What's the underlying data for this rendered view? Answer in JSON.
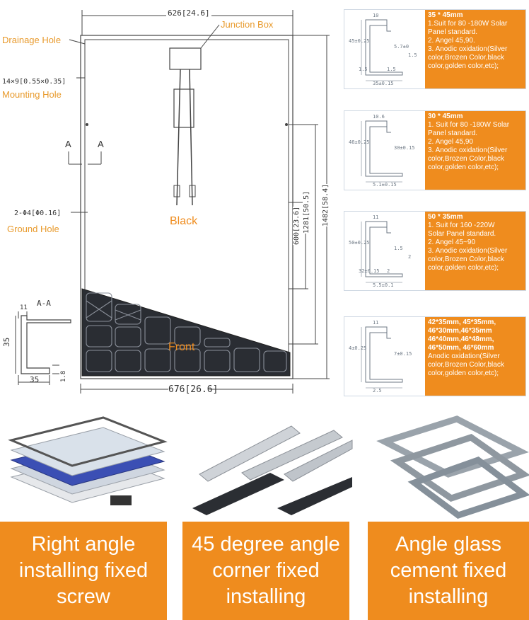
{
  "drawing": {
    "top_dim": "626[24.6]",
    "bottom_dim": "676[26.6]",
    "drainage_hole": "Drainage Hole",
    "junction_box": "Junction Box",
    "mount_spec": "14×9[0.55×0.35]",
    "mounting_hole": "Mounting Hole",
    "section_a_left": "A",
    "section_a_right": "A",
    "ground_spec": "2-Φ4[Φ0.16]",
    "ground_hole": "Ground Hole",
    "black_label": "Black",
    "front_label": "Front",
    "dim_600": "600[23.6]",
    "dim_1281": "1281[50.5]",
    "dim_1482": "1482[58.4]",
    "section_title": "A-A",
    "sec_11": "11",
    "sec_35_vertical": "35",
    "sec_35_bottom": "35",
    "sec_1_8": "1.8"
  },
  "specs": [
    {
      "heading": "35 * 45mm",
      "lines": [
        "1.Suit for 80 -180W Solar",
        "Panel standard.",
        "2. Angel 45,90.",
        "3. Anodic oxidation(Silver",
        "color,Brozen Color,black",
        "color,golden color,etc);"
      ],
      "profile_dims": [
        "10",
        "45±0.25",
        "35±0.15",
        "5.7±0",
        "1.5",
        "1.5",
        "1.5"
      ]
    },
    {
      "heading": "30 * 45mm",
      "lines": [
        "1. Suit for 80 -180W Solar",
        "Panel standard.",
        "2. Angel 45,90",
        "3. Anodic oxidation(Silver",
        "color,Brozen Color,black",
        "color,golden color,etc);"
      ],
      "profile_dims": [
        "10.6",
        "46±0.25",
        "5.1±0.15",
        "30±0.15"
      ]
    },
    {
      "heading": "50 * 35mm",
      "lines": [
        "1. Suit for 160 -220W",
        "Solar Panel standard.",
        "2. Angel 45~90",
        "3. Anodic oxidation(Silver",
        "color,Brozen Color,black",
        "color,golden color,etc);"
      ],
      "profile_dims": [
        "11",
        "50±0.25",
        "5.5±0.1",
        "1.5",
        "2",
        "2",
        "32±0.15"
      ]
    },
    {
      "heading": "42*35mm, 45*35mm,",
      "lines": [
        "46*30mm,46*35mm",
        "46*40mm,46*48mm,",
        "46*50mm, 46*60mm",
        "Anodic oxidation(Silver",
        "color,Brozen Color,black",
        "color,golden color,etc);"
      ],
      "profile_dims": [
        "11",
        "4±0.25",
        "2.5",
        "7±0.15"
      ]
    }
  ],
  "banners": [
    {
      "lines": [
        "Right angle",
        "installing fixed",
        "screw"
      ]
    },
    {
      "lines": [
        "45 degree angle",
        "corner fixed",
        "installing"
      ]
    },
    {
      "lines": [
        "Angle glass",
        "cement fixed",
        "installing"
      ]
    }
  ],
  "colors": {
    "accent": "#ef8c1e",
    "label": "#e89a2c",
    "line": "#333333"
  }
}
